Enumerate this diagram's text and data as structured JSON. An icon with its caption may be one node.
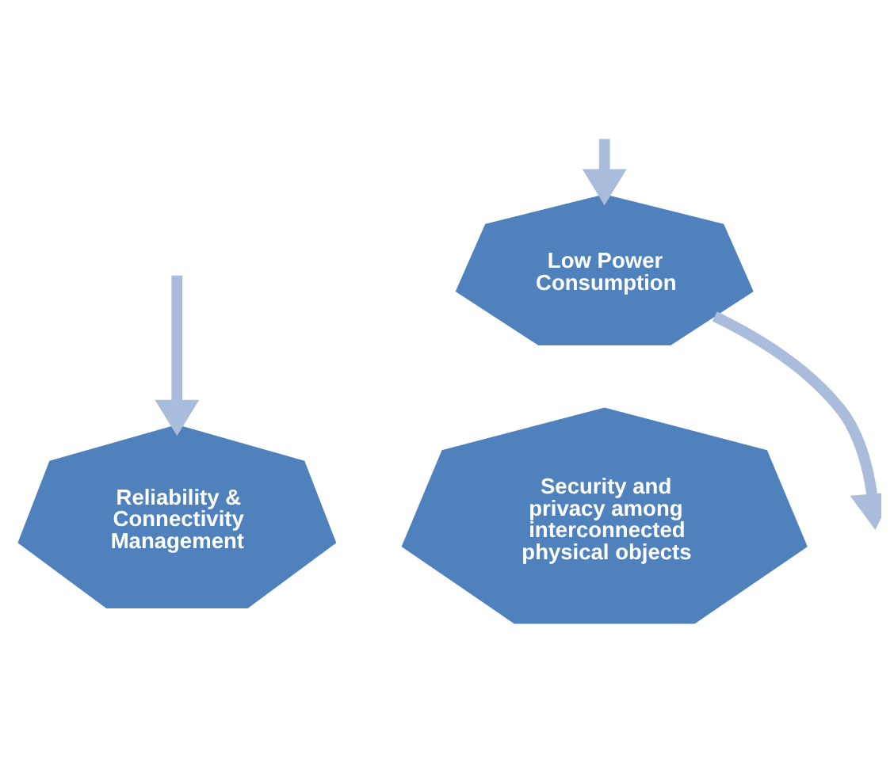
{
  "diagram": {
    "nodes": [
      {
        "text": [
          "Low Power Consumption"
        ]
      },
      {
        "text": [
          "Reliability & Connectivity Management"
        ]
      },
      {
        "text": [
          "Security and privacy among interconnected physical objects"
        ]
      }
    ],
    "edges": [
      {
        "from": 0,
        "to": null,
        "arrow": "to"
      },
      {
        "from": null,
        "to": 0,
        "arrow": "to"
      },
      {
        "from": null,
        "to": 1,
        "arrow": "to"
      }
    ]
  }
}
